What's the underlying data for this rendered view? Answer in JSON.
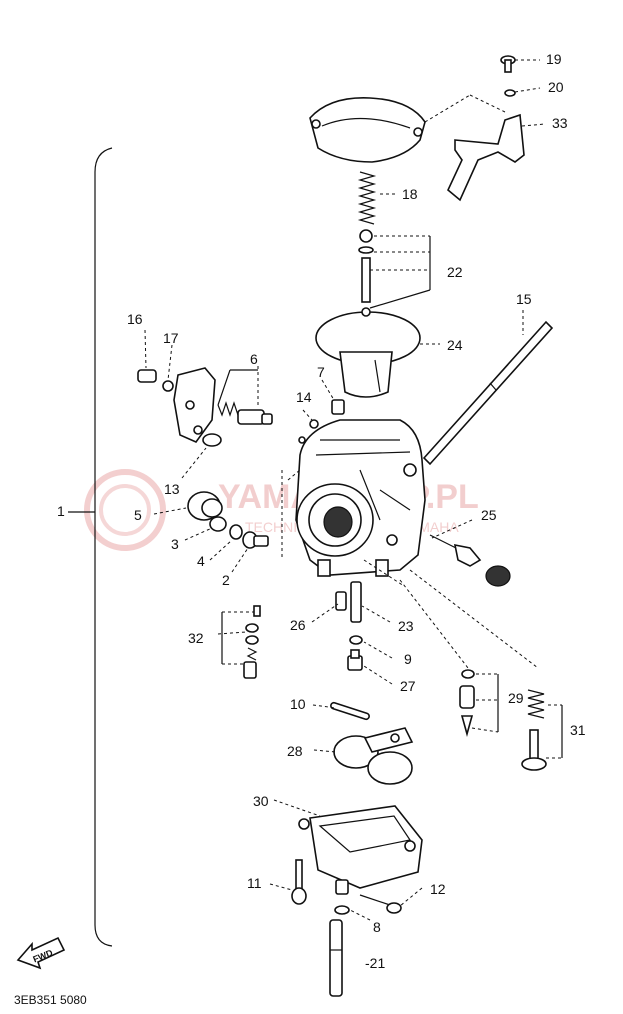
{
  "diagram": {
    "labels": {
      "l1": "1",
      "l2": "2",
      "l3": "3",
      "l4": "4",
      "l5": "5",
      "l6": "6",
      "l7": "7",
      "l8": "8",
      "l9": "9",
      "l10": "10",
      "l11": "11",
      "l12": "12",
      "l13": "13",
      "l14": "14",
      "l15": "15",
      "l16": "16",
      "l17": "17",
      "l18": "18",
      "l19": "19",
      "l20": "20",
      "l21": "21",
      "l22": "22",
      "l23": "23",
      "l24": "24",
      "l25": "25",
      "l26": "26",
      "l27": "27",
      "l28": "28",
      "l29": "29",
      "l30": "30",
      "l31": "31",
      "l32": "32",
      "l33": "33"
    },
    "fwd_label": "FWD",
    "code": "3EB351 5080"
  },
  "watermark": {
    "brand": "YAMAHALEP.PL",
    "tagline": "TECHNICAL SUPPLIER YAMAHA"
  },
  "colors": {
    "line": "#111111",
    "watermark": "#e9a7a7"
  }
}
